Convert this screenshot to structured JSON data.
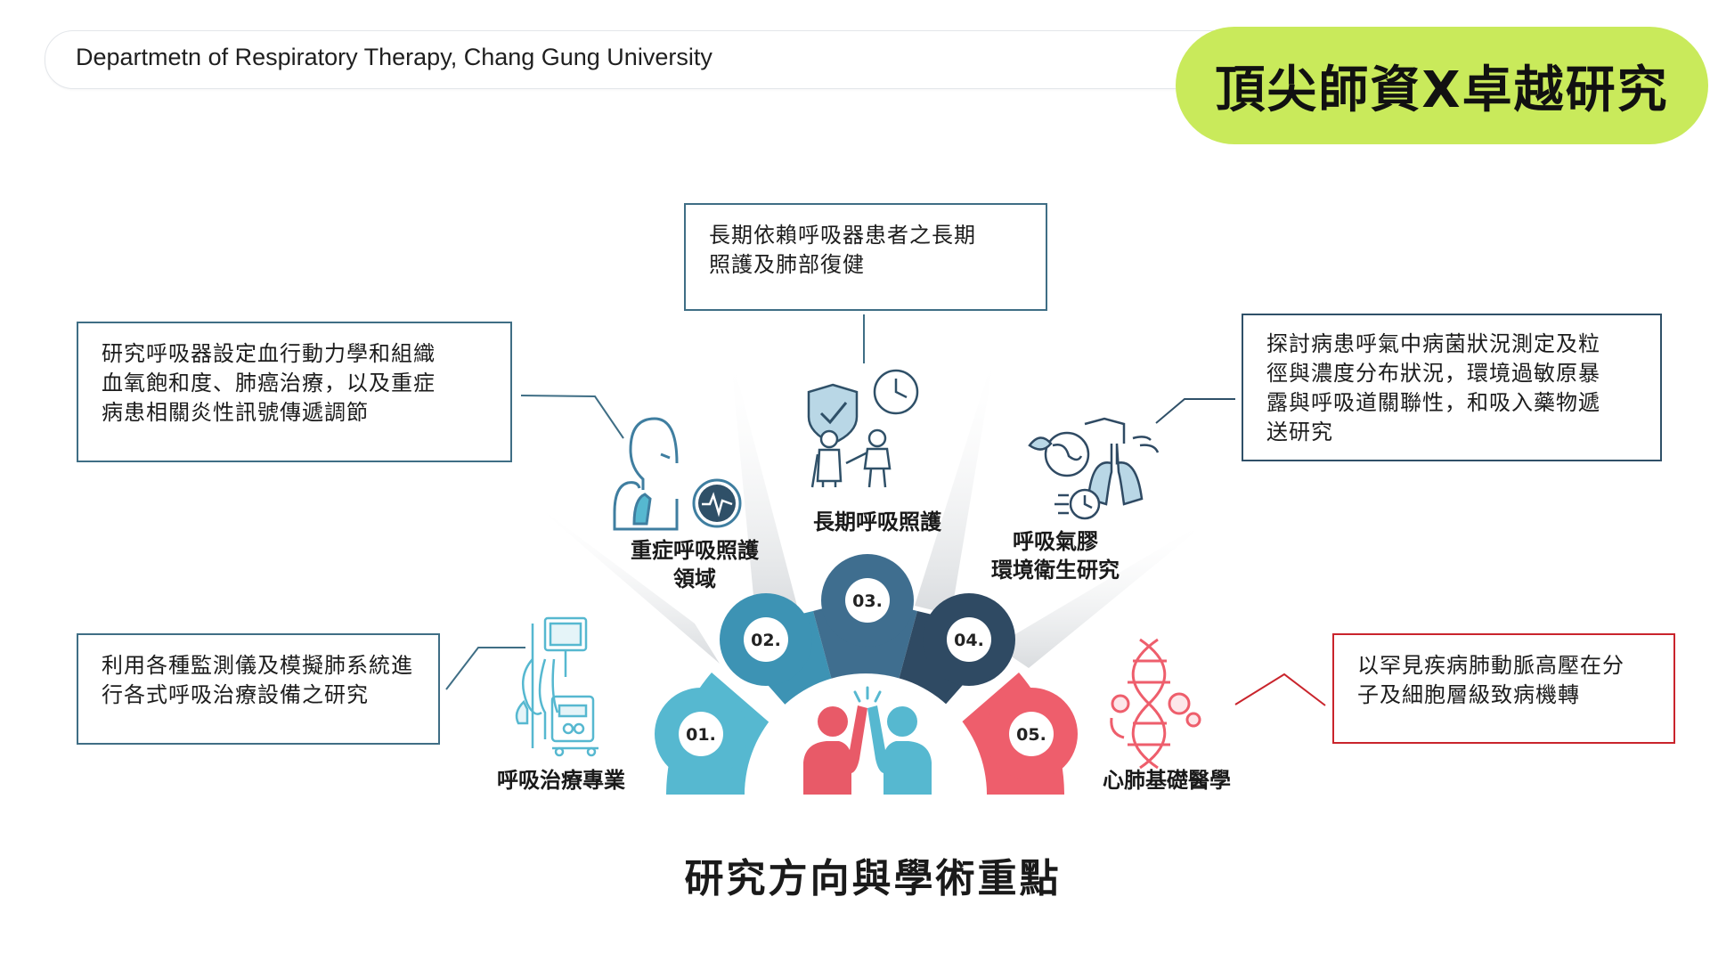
{
  "header": {
    "institution": "Departmetn of Respiratory Therapy, Chang Gung University",
    "badge": "頂尖師資X卓越研究"
  },
  "diagram": {
    "title": "研究方向與學術重點",
    "center_icon": "high-five-icon",
    "segments": [
      {
        "number": "01.",
        "label": "呼吸治療專業",
        "icon": "ventilator-machine-icon",
        "color": "#56b8d0",
        "description_lines": [
          "利用各種監測儀及模擬肺系統進",
          "行各式呼吸治療設備之研究"
        ]
      },
      {
        "number": "02.",
        "label_lines": [
          "重症呼吸照護",
          "領域"
        ],
        "icon": "patient-lungs-heartbeat-icon",
        "color": "#3d93b4",
        "description_lines": [
          "研究呼吸器設定血行動力學和組織",
          "血氧飽和度、肺癌治療，以及重症",
          "病患相關炎性訊號傳遞調節"
        ]
      },
      {
        "number": "03.",
        "label": "長期呼吸照護",
        "icon": "elderly-care-shield-clock-icon",
        "color": "#3f6e8f",
        "description_lines": [
          "長期依賴呼吸器患者之長期",
          "照護及肺部復健"
        ]
      },
      {
        "number": "04.",
        "label_lines": [
          "呼吸氣膠",
          "環境衛生研究"
        ],
        "icon": "lungs-environment-icon",
        "color": "#2f4a63",
        "description_lines": [
          "探討病患呼氣中病菌狀況測定及粒",
          "徑與濃度分布狀況，環境過敏原暴",
          "露與呼吸道關聯性，和吸入藥物遞",
          "送研究"
        ]
      },
      {
        "number": "05.",
        "label": "心肺基礎醫學",
        "icon": "dna-molecule-icon",
        "color": "#ee5e6c",
        "description_lines": [
          "以罕見疾病肺動脈高壓在分",
          "子及細胞層級致病機轉"
        ]
      }
    ]
  }
}
